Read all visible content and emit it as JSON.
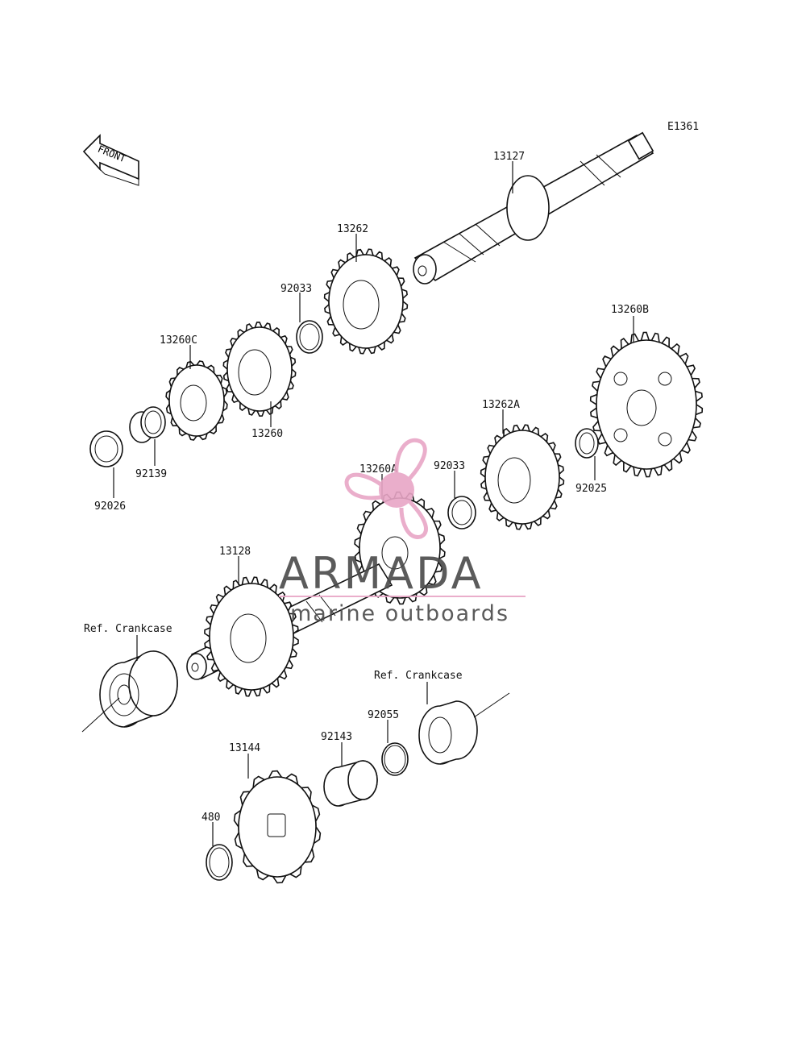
{
  "diagram": {
    "code": "E1361",
    "front_label": "FRONT",
    "parts": {
      "p13127": "13127",
      "p13262": "13262",
      "p92033a": "92033",
      "p13260C": "13260C",
      "p13260": "13260",
      "p92139": "92139",
      "p92026": "92026",
      "p13260B": "13260B",
      "p13262A": "13262A",
      "p92025": "92025",
      "p13260A": "13260A",
      "p92033b": "92033",
      "p13128": "13128",
      "p13144": "13144",
      "p92143": "92143",
      "p92055": "92055",
      "p480": "480"
    },
    "refs": {
      "crankcase_left": "Ref. Crankcase",
      "crankcase_right": "Ref. Crankcase"
    }
  },
  "watermark": {
    "brand": "ARMADA",
    "tagline": "marine outboards",
    "accent_color": "#e8a6c6",
    "text_color": "#4a4a4a"
  }
}
